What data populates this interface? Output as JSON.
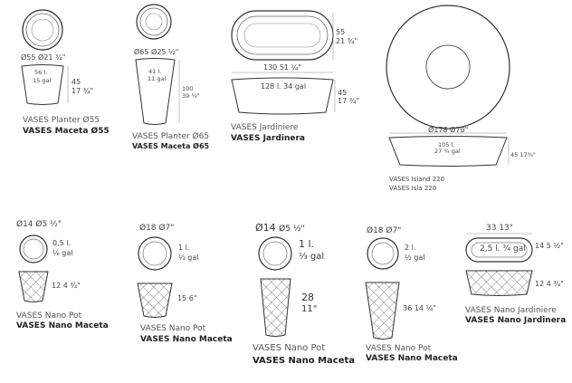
{
  "products": {
    "planter55": {
      "diameter": "Ø55",
      "diameter_in": "Ø21 ¾\"",
      "volume_l": "56 l.",
      "volume_gal": "15 gal",
      "height": "45",
      "height_in": "17 ¾\"",
      "name_en": "VASES Planter Ø55",
      "name_es": "VASES Maceta Ø55"
    },
    "planter65": {
      "diameter": "Ø65",
      "diameter_in": "Ø25 ½\"",
      "volume_l": "41 l.",
      "volume_gal": "11 gal",
      "height": "100",
      "height_in": "39 ¼\"",
      "name_en": "VASES Planter Ø65",
      "name_es": "VASES Maceta Ø65"
    },
    "jardiniere": {
      "depth": "55",
      "depth_in": "21 ¾\"",
      "width": "130",
      "width_in": "51 ¼\"",
      "volume": "128 l.  34 gal",
      "height": "45",
      "height_in": "17 ¾\"",
      "name_en": "VASES Jardiniere",
      "name_es": "VASES Jardinera"
    },
    "island": {
      "diameter": "Ø178",
      "diameter_in": "Ø70\"",
      "volume_l": "105 l.",
      "volume_gal": "27 ¾ gal",
      "height": "45",
      "height_in": "17¾\"",
      "name_en": "VASES Island 220",
      "name_es": "VASES Isla 220"
    },
    "nano14a": {
      "diameter": "Ø14",
      "diameter_in": "Ø5 ½\"",
      "volume_l": "0,5 l.",
      "volume_gal": "⅛ gal",
      "height": "12",
      "height_in": "4 ¾\"",
      "name_en": "VASES Nano Pot",
      "name_es": "VASES Nano Maceta"
    },
    "nano18a": {
      "diameter": "Ø18",
      "diameter_in": "Ø7\"",
      "volume_l": "1 l.",
      "volume_gal": "⅓ gal",
      "height": "15",
      "height_in": "6\"",
      "name_en": "VASES Nano Pot",
      "name_es": "VASES Nano Maceta"
    },
    "nano14b": {
      "diameter": "Ø14",
      "diameter_in": "Ø5 ½\"",
      "volume_l": "1 l.",
      "volume_gal": "⅓ gal",
      "height": "28",
      "height_in": "11\"",
      "name_en": "VASES Nano Pot",
      "name_es": "VASES Nano Maceta"
    },
    "nano18b": {
      "diameter": "Ø18",
      "diameter_in": "Ø7\"",
      "volume_l": "2 l.",
      "volume_gal": "½ gal",
      "height": "36",
      "height_in": "14 ¼\"",
      "name_en": "VASES Nano Pot",
      "name_es": "VASES Nano Maceta"
    },
    "nano_jardiniere": {
      "width": "33",
      "width_in": "13\"",
      "volume": "2,5 l.  ¾ gal",
      "depth": "14",
      "depth_in": "5 ½\"",
      "height": "12",
      "height_in": "4 ¾\"",
      "name_en": "VASES Nano Jardiniere",
      "name_es": "VASES Nano Jardinera"
    }
  }
}
